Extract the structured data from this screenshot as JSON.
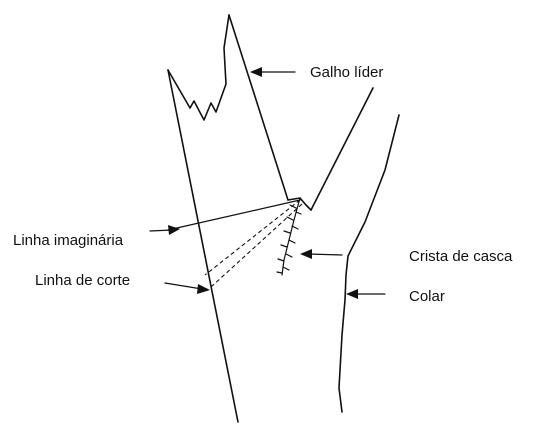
{
  "labels": {
    "leader_branch": "Galho líder",
    "imaginary_line": "Linha imaginária",
    "cut_line": "Linha de corte",
    "bark_ridge": "Crista de casca",
    "collar": "Colar"
  }
}
